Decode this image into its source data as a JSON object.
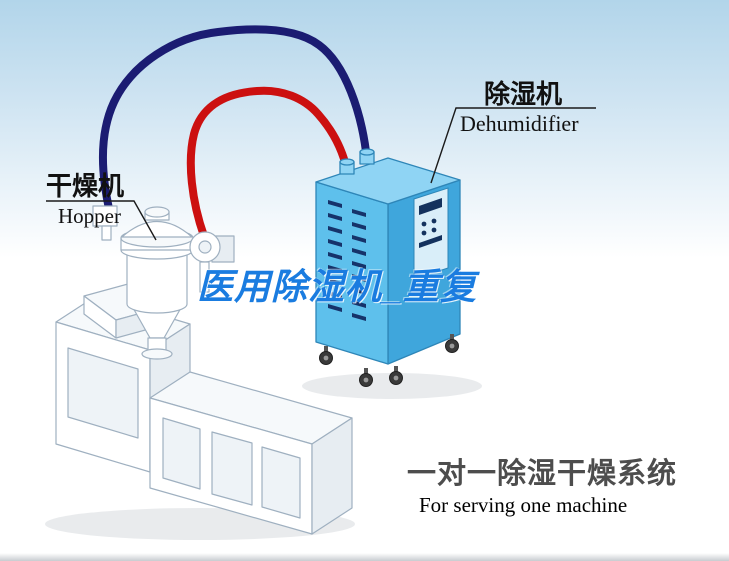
{
  "scene": {
    "labels": {
      "hopper": {
        "cn": "干燥机",
        "en": "Hopper"
      },
      "dehumidifier": {
        "cn": "除湿机",
        "en": "Dehumidifier"
      }
    },
    "watermark": "医用除湿机_重复",
    "caption": {
      "cn": "一对一除湿干燥系统",
      "en": "For serving one machine"
    }
  },
  "icons": {
    "dehumidifier_cabinet": "dehumidifier-machine-illustration",
    "hopper_unit": "drying-hopper-illustration",
    "extruder": "extruder-machine-illustration",
    "pipe_red": "hot-air-hose",
    "pipe_navy": "return-air-hose"
  },
  "colors": {
    "background_top": "#b2d5ea",
    "pipe_red": "#cc1010",
    "pipe_navy": "#1b1c72",
    "cabinet_top": "#8fd4f4",
    "cabinet_front": "#5ec0ec",
    "cabinet_side": "#3fa6dc",
    "watermark_blue": "#1a7ce0",
    "caption_gray": "#4d4d4d"
  }
}
